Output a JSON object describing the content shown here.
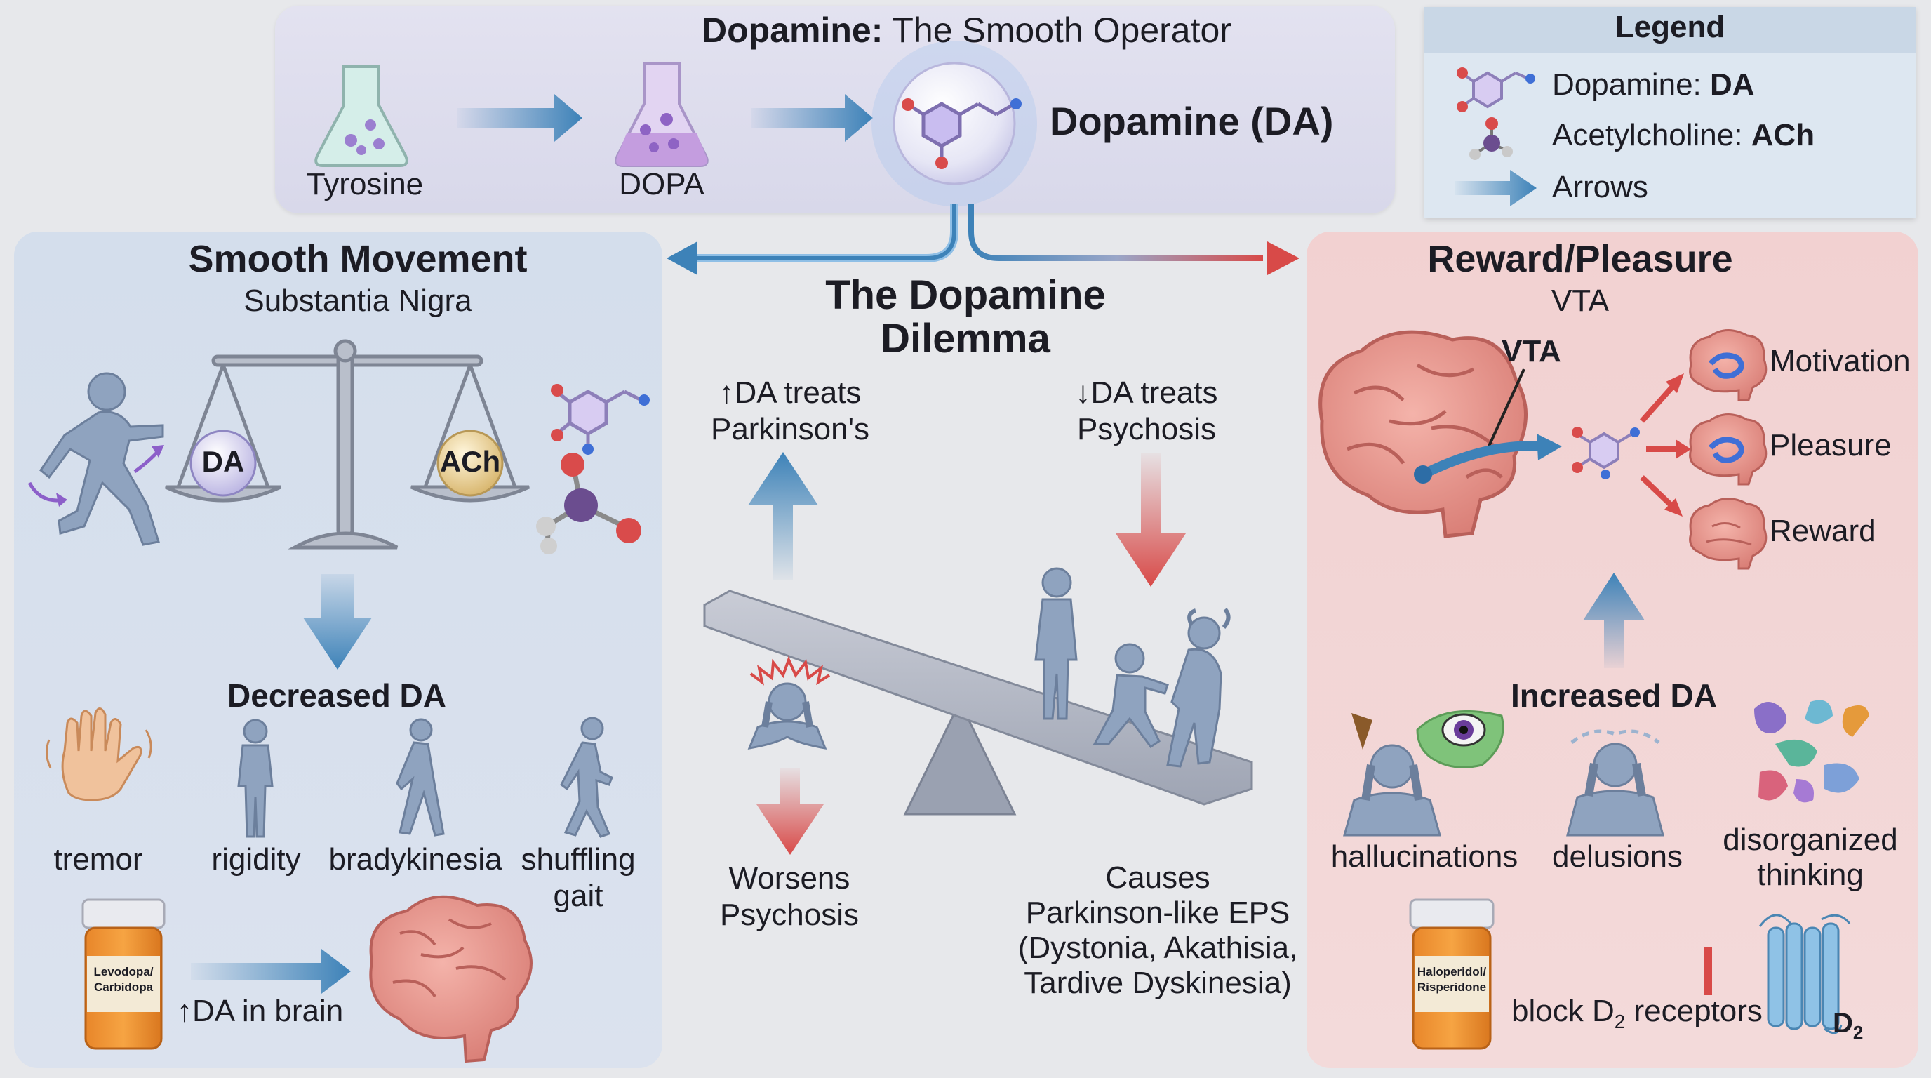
{
  "header": {
    "title_bold": "Dopamine:",
    "title_rest": "The Smooth Operator",
    "tyrosine": "Tyrosine",
    "dopa": "DOPA",
    "dopamine_da": "Dopamine (DA)"
  },
  "legend": {
    "title": "Legend",
    "dopamine_prefix": "Dopamine:",
    "dopamine_abbr": "DA",
    "ach_prefix": "Acetylcholine:",
    "ach_abbr": "ACh",
    "arrows": "Arrows"
  },
  "left": {
    "title": "Smooth Movement",
    "subtitle": "Substantia Nigra",
    "scale_da": "DA",
    "scale_ach": "ACh",
    "decreased": "Decreased DA",
    "symptoms": [
      "tremor",
      "rigidity",
      "bradykinesia",
      "shuffling",
      "gait"
    ],
    "bottle_line1": "Levodopa/",
    "bottle_line2": "Carbidopa",
    "da_in_brain": "↑DA in brain"
  },
  "center": {
    "title_line1": "The Dopamine",
    "title_line2": "Dilemma",
    "up_line1": "↑DA treats",
    "up_line2": "Parkinson's",
    "down_line1": "↓DA treats",
    "down_line2": "Psychosis",
    "worsens_line1": "Worsens",
    "worsens_line2": "Psychosis",
    "causes_lines": [
      "Causes",
      "Parkinson-like EPS",
      "(Dystonia, Akathisia,",
      "Tardive Dyskinesia)"
    ]
  },
  "right": {
    "title": "Reward/Pleasure",
    "subtitle": "VTA",
    "vta_label": "VTA",
    "outcomes": [
      "Motivation",
      "Pleasure",
      "Reward"
    ],
    "increased": "Increased DA",
    "symptoms": [
      "hallucinations",
      "delusions",
      "disorganized",
      "thinking"
    ],
    "bottle_line1": "Haloperidol/",
    "bottle_line2": "Risperidone",
    "block_prefix": "block D",
    "block_sub": "2",
    "block_suffix": " receptors",
    "d2_main": "D",
    "d2_sub": "2"
  },
  "colors": {
    "blue_arrow": "#3d82b8",
    "red_arrow": "#d84a48",
    "left_panel": "#d7e0ee",
    "right_panel": "#f1d0d0",
    "top_panel": "#dcdcea"
  }
}
